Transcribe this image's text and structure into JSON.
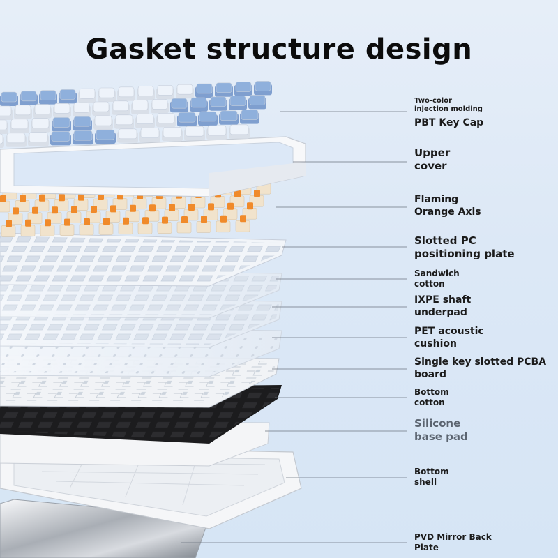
{
  "title": "Gasket structure design",
  "layers": [
    {
      "id": "keycap",
      "lines": [
        "Two-color",
        "injection molding"
      ],
      "sub": "PBT Key Cap"
    },
    {
      "id": "upper-cover",
      "lines": [
        "Upper",
        "cover"
      ]
    },
    {
      "id": "switches",
      "lines": [
        "Flaming",
        "Orange Axis"
      ]
    },
    {
      "id": "pc-plate",
      "lines": [
        "Slotted PC",
        "positioning plate"
      ]
    },
    {
      "id": "sandwich-cotton",
      "lines": [
        "Sandwich",
        "cotton"
      ]
    },
    {
      "id": "ixpe-pad",
      "lines": [
        "IXPE shaft",
        "underpad"
      ]
    },
    {
      "id": "pet-cushion",
      "lines": [
        "PET acoustic",
        "cushion"
      ]
    },
    {
      "id": "pcba",
      "lines": [
        "Single key slotted PCBA",
        "board"
      ]
    },
    {
      "id": "bottom-cotton",
      "lines": [
        "Bottom",
        "cotton"
      ]
    },
    {
      "id": "silicone-pad",
      "lines": [
        "Silicone",
        "base pad"
      ]
    },
    {
      "id": "bottom-shell",
      "lines": [
        "Bottom",
        "shell"
      ]
    },
    {
      "id": "mirror-plate",
      "lines": [
        "PVD Mirror Back",
        "Plate"
      ]
    }
  ],
  "colors": {
    "keycap_blue": "#8fb0dc",
    "keycap_light": "#eef3fa",
    "switch_orange": "#f08a2a",
    "switch_cream": "#f1e3cc",
    "plate_dark": "#1c1c1e",
    "leader": "#6c7480"
  }
}
